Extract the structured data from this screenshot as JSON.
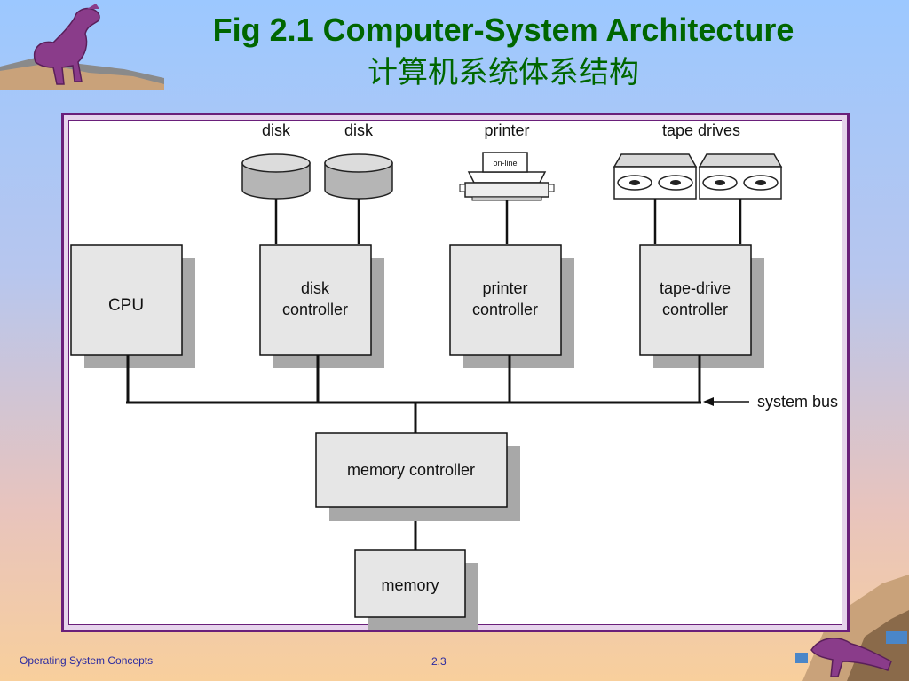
{
  "slide": {
    "title": "Fig 2.1 Computer-System Architecture",
    "subtitle": "计算机系统体系结构",
    "footer": "Operating System Concepts",
    "page": "2.3"
  },
  "diagram": {
    "devices": {
      "disk1": "disk",
      "disk2": "disk",
      "printer": "printer",
      "printer_status": "on-line",
      "tape": "tape drives"
    },
    "controllers": {
      "cpu": "CPU",
      "disk_line1": "disk",
      "disk_line2": "controller",
      "printer_line1": "printer",
      "printer_line2": "controller",
      "tape_line1": "tape-drive",
      "tape_line2": "controller"
    },
    "bus_label": "system bus",
    "memory_controller": "memory controller",
    "memory": "memory"
  },
  "colors": {
    "title": "#006600",
    "frame": "#6a1f7a",
    "box_fill": "#e6e6e6",
    "shadow": "#a8a8a8"
  }
}
